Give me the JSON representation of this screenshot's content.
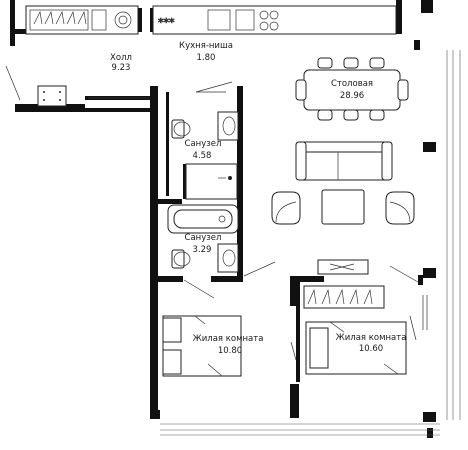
{
  "rooms": {
    "hall": {
      "name": "Холл",
      "area": "9.23"
    },
    "kitchen": {
      "name": "Кухня-ниша",
      "area": "1.80"
    },
    "dining": {
      "name": "Столовая",
      "area": "28.96"
    },
    "bath1": {
      "name": "Санузел",
      "area": "4.58"
    },
    "bath2": {
      "name": "Санузел",
      "area": "3.29"
    },
    "living1": {
      "name": "Жилая комната",
      "area": "10.80"
    },
    "living2": {
      "name": "Жилая комната",
      "area": "10.60"
    }
  },
  "colors": {
    "wall": "#111111",
    "line": "#222222",
    "background": "#ffffff"
  }
}
